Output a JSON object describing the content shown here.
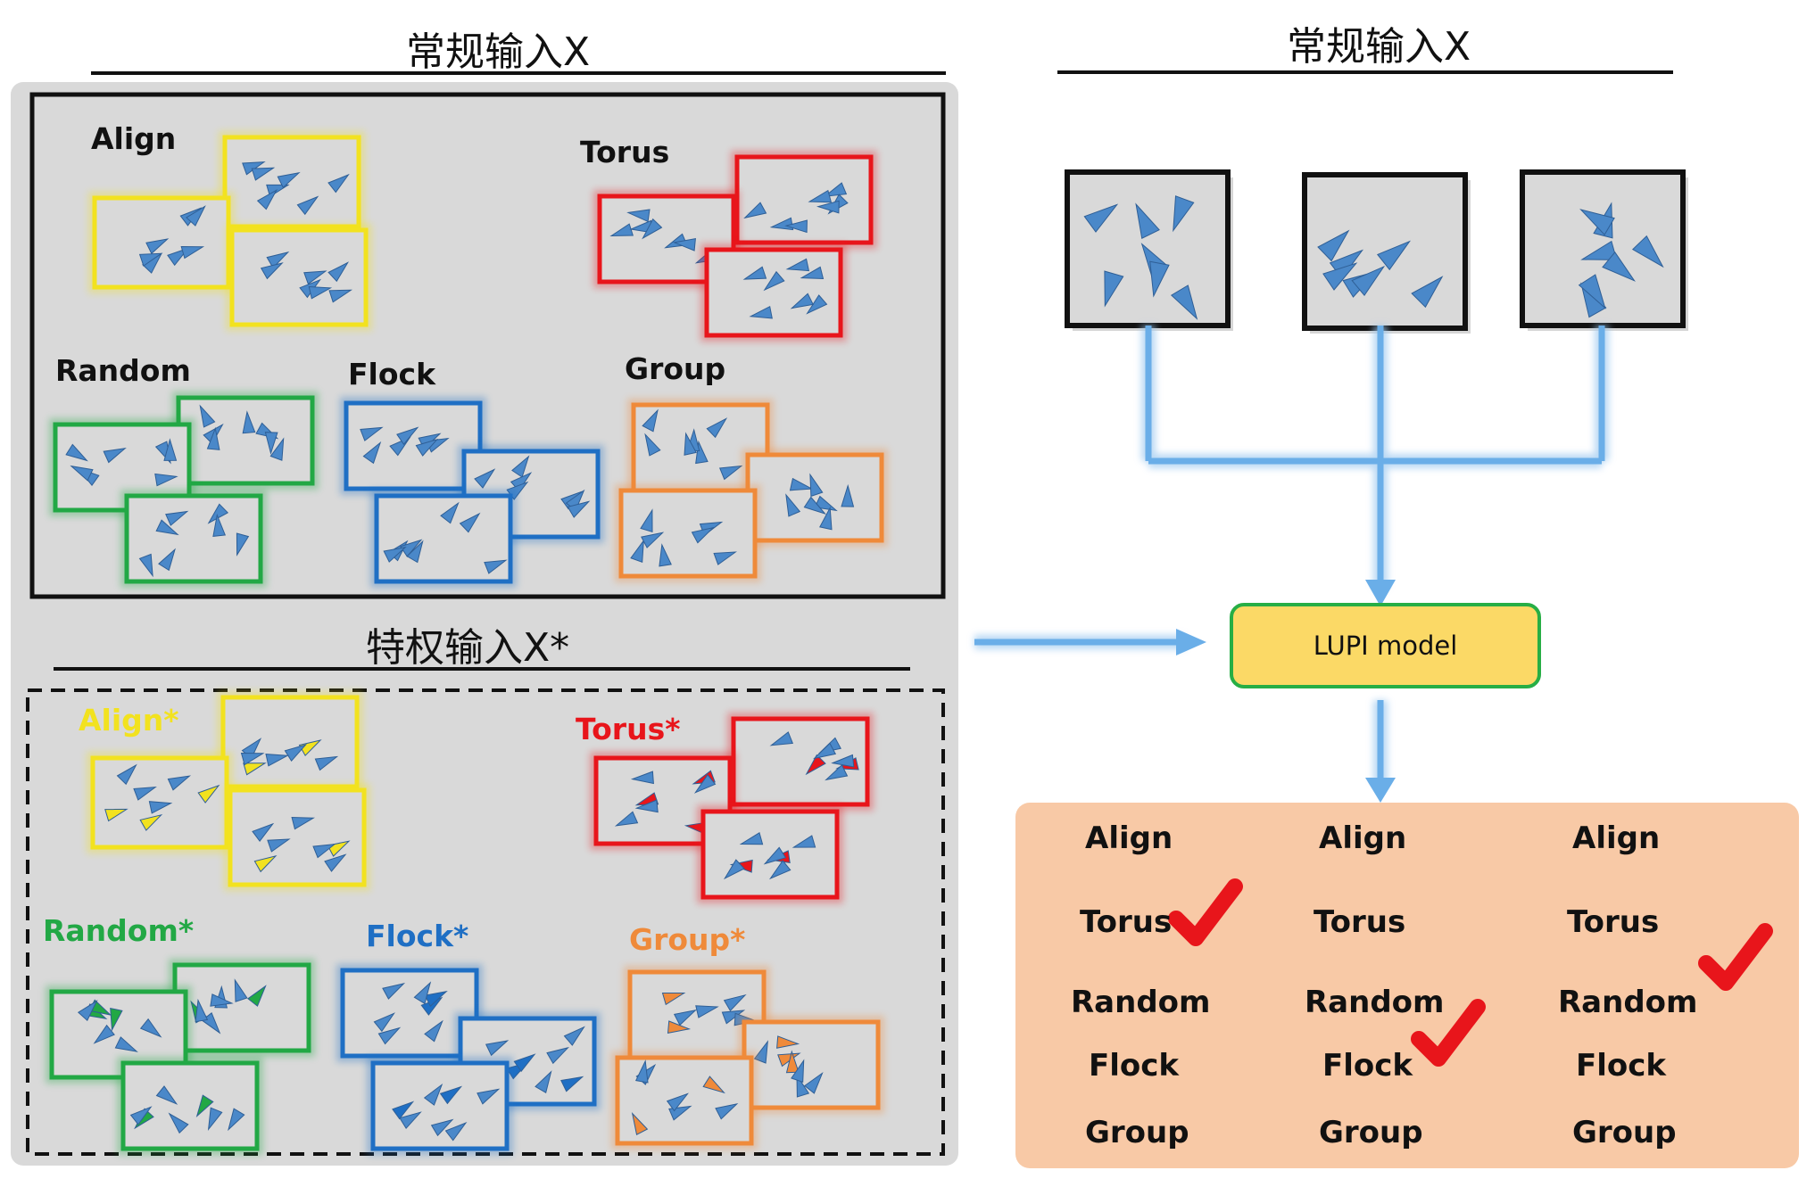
{
  "left_panel": {
    "regular_title": "常规输入X",
    "privileged_title": "特权输入X*",
    "regular_groups": [
      {
        "label": "Align",
        "color": "#111111"
      },
      {
        "label": "Torus",
        "color": "#111111"
      },
      {
        "label": "Random",
        "color": "#111111"
      },
      {
        "label": "Flock",
        "color": "#111111"
      },
      {
        "label": "Group",
        "color": "#111111"
      }
    ],
    "privileged_groups": [
      {
        "label": "Align*",
        "color": "#f2e21f"
      },
      {
        "label": "Torus*",
        "color": "#e8151b"
      },
      {
        "label": "Random*",
        "color": "#22a845"
      },
      {
        "label": "Flock*",
        "color": "#1f6fc4"
      },
      {
        "label": "Group*",
        "color": "#ef8a3a"
      }
    ]
  },
  "right_panel": {
    "regular_title": "常规输入X",
    "model_label": "LUPI model",
    "results": [
      {
        "items": [
          "Align",
          "Torus",
          "Random",
          "Flock",
          "Group"
        ],
        "checked": "Torus"
      },
      {
        "items": [
          "Align",
          "Torus",
          "Random",
          "Flock",
          "Group"
        ],
        "checked": "Flock"
      },
      {
        "items": [
          "Align",
          "Torus",
          "Random",
          "Flock",
          "Group"
        ],
        "checked": "Random"
      }
    ]
  },
  "colors": {
    "align": "#f2e21f",
    "torus": "#e8151b",
    "random": "#22a845",
    "flock": "#1f6fc4",
    "group": "#ef8a3a",
    "agent": "#4a88c9",
    "arrow": "#6aaee8",
    "model_fill": "#fbd966",
    "model_border": "#27ae45",
    "result_bg": "#f8c9a6",
    "check": "#e8151b",
    "panel_bg": "#d9d9d9"
  },
  "icons": [
    "triangle-agent-icon",
    "checkmark-icon",
    "arrow-icon"
  ]
}
